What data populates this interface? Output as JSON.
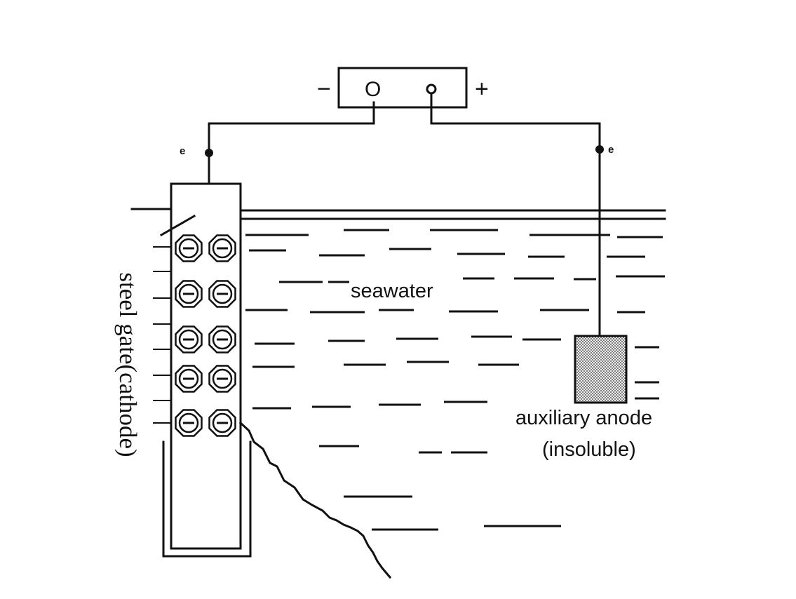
{
  "labels": {
    "minus": "−",
    "plus": "+",
    "negative_terminal": "O",
    "electron_left": "e",
    "electron_right": "e",
    "seawater": "seawater",
    "steel_gate": "steel gate(cathode)",
    "anode_line1": "auxiliary anode",
    "anode_line2": "(insoluble)"
  },
  "charge_symbol_count": 10,
  "colors": {
    "line": "#111111",
    "background": "#ffffff",
    "anode_fill": "#dcdcdc"
  }
}
